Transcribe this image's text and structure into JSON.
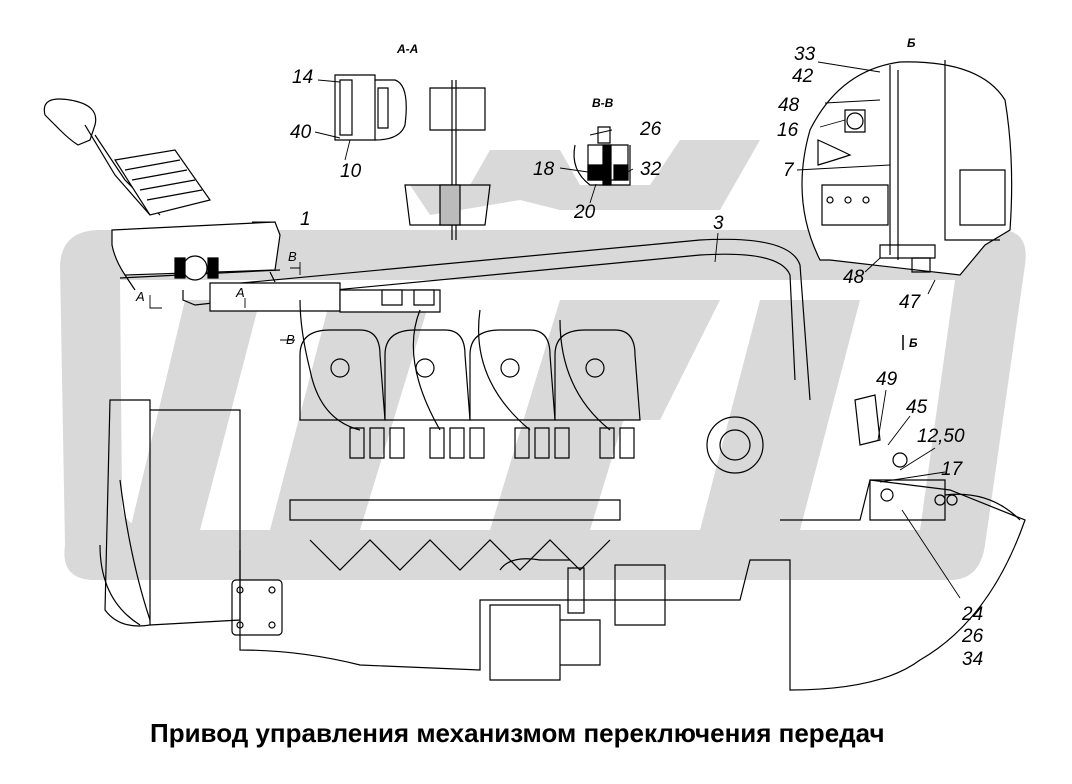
{
  "diagram": {
    "caption": "Привод управления механизмом переключения передач",
    "watermark_color": "#d9d9d9",
    "line_color": "#000000",
    "sections": {
      "aa": "А-А",
      "vv": "В-В",
      "b": "Б",
      "b_arrow": "Б",
      "a_left": "А",
      "a_right": "А",
      "v_top": "В",
      "v_bottom": "В"
    },
    "callouts": [
      {
        "id": "c14",
        "text": "14"
      },
      {
        "id": "c40",
        "text": "40"
      },
      {
        "id": "c10",
        "text": "10"
      },
      {
        "id": "c26a",
        "text": "26"
      },
      {
        "id": "c18",
        "text": "18"
      },
      {
        "id": "c32",
        "text": "32"
      },
      {
        "id": "c20",
        "text": "20"
      },
      {
        "id": "c1",
        "text": "1"
      },
      {
        "id": "c3",
        "text": "3"
      },
      {
        "id": "c33",
        "text": "33"
      },
      {
        "id": "c42",
        "text": "42"
      },
      {
        "id": "c48a",
        "text": "48"
      },
      {
        "id": "c16",
        "text": "16"
      },
      {
        "id": "c7",
        "text": "7"
      },
      {
        "id": "c48b",
        "text": "48"
      },
      {
        "id": "c47",
        "text": "47"
      },
      {
        "id": "c49",
        "text": "49"
      },
      {
        "id": "c45",
        "text": "45"
      },
      {
        "id": "c1250",
        "text": "12,50"
      },
      {
        "id": "c17",
        "text": "17"
      },
      {
        "id": "c24",
        "text": "24"
      },
      {
        "id": "c26b",
        "text": "26"
      },
      {
        "id": "c34",
        "text": "34"
      }
    ]
  }
}
